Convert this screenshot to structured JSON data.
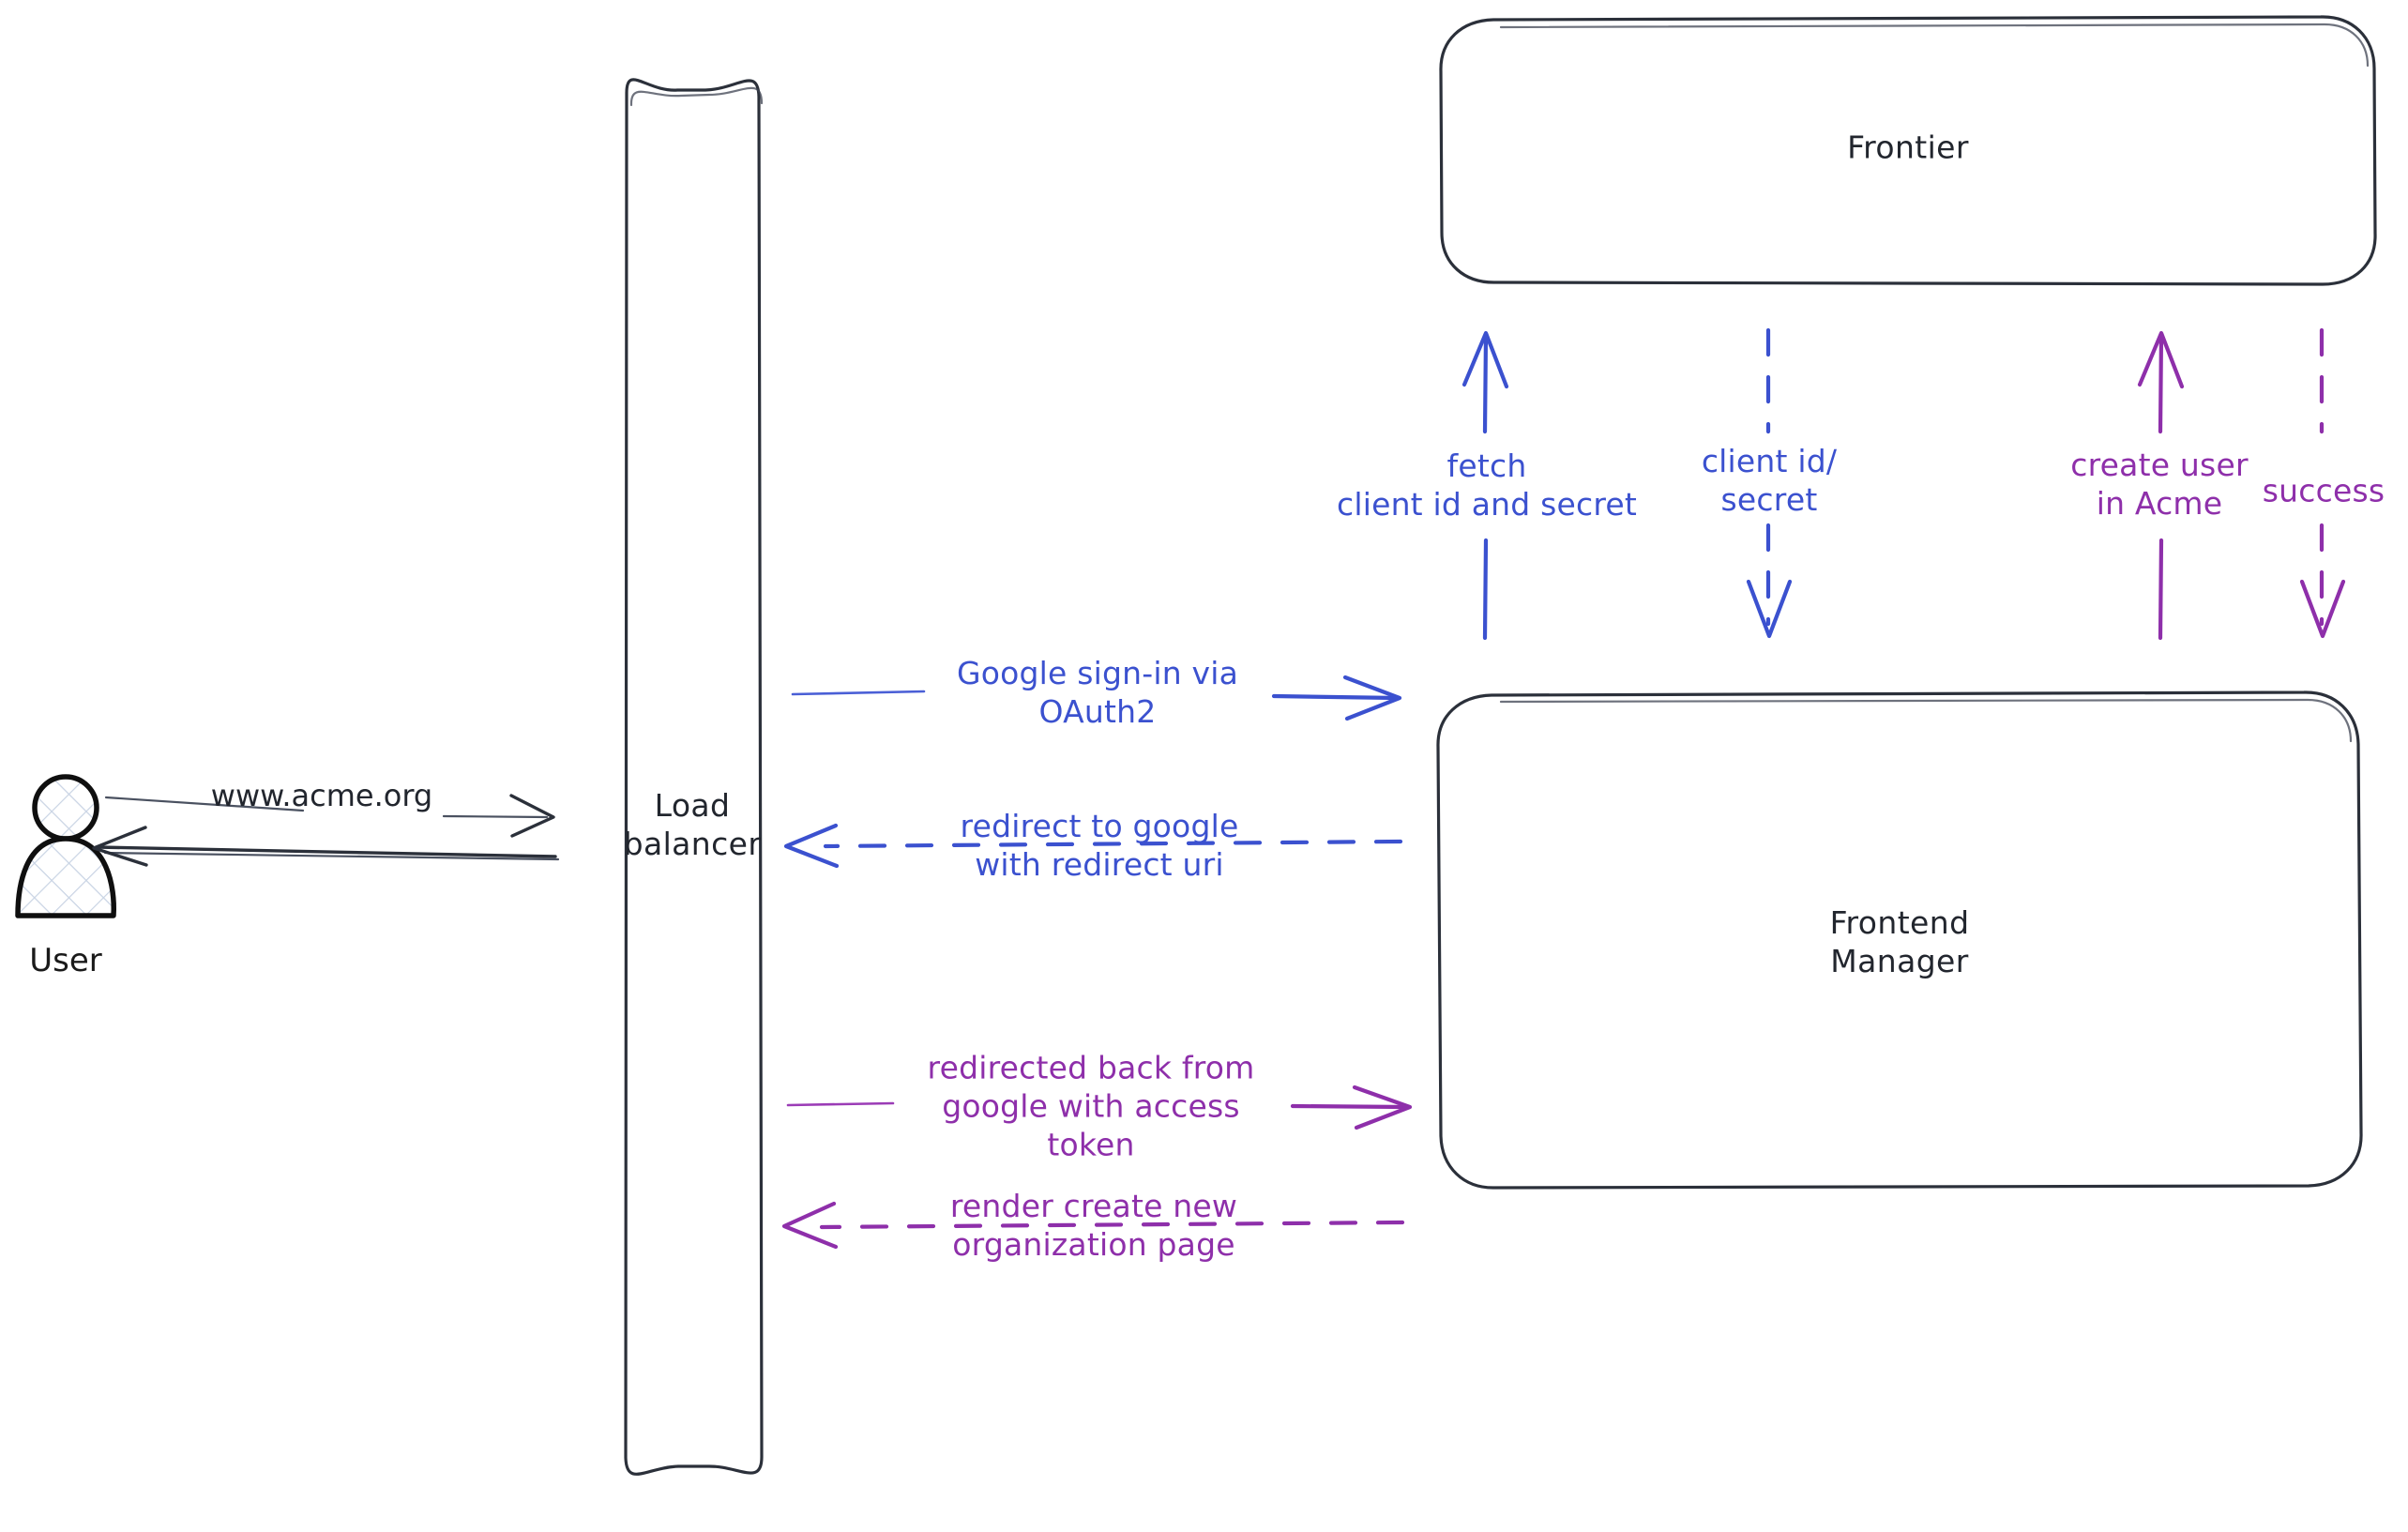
{
  "diagram": {
    "title": "Acme Google OAuth2 sign-in sequence",
    "colors": {
      "dark": "#2b303a",
      "blue": "#3b51cf",
      "purple": "#8e2faa",
      "background": "#ffffff"
    },
    "actors": [
      {
        "id": "user",
        "label": "User",
        "shape": "person"
      }
    ],
    "nodes": [
      {
        "id": "load-balancer",
        "label": "Load\nbalancer",
        "shape": "rounded-rect-tall"
      },
      {
        "id": "frontier",
        "label": "Frontier",
        "shape": "rounded-rect"
      },
      {
        "id": "frontend-manager",
        "label": "Frontend\nManager",
        "shape": "rounded-rect"
      }
    ],
    "edges": [
      {
        "id": "user-to-lb",
        "label": "www.acme.org",
        "from": "user",
        "to": "load-balancer",
        "color": "dark",
        "style": "solid",
        "direction": "right"
      },
      {
        "id": "lb-to-user",
        "label": "",
        "from": "load-balancer",
        "to": "user",
        "color": "dark",
        "style": "solid",
        "direction": "left"
      },
      {
        "id": "lb-to-fm-signin",
        "label": "Google sign-in via\nOAuth2",
        "from": "load-balancer",
        "to": "frontend-manager",
        "color": "blue",
        "style": "solid",
        "direction": "right"
      },
      {
        "id": "fm-to-lb-redirect",
        "label": "redirect to google\nwith redirect uri",
        "from": "frontend-manager",
        "to": "load-balancer",
        "color": "blue",
        "style": "dashed",
        "direction": "left"
      },
      {
        "id": "lb-to-fm-token",
        "label": "redirected back from\ngoogle with access\ntoken",
        "from": "load-balancer",
        "to": "frontend-manager",
        "color": "purple",
        "style": "solid",
        "direction": "right"
      },
      {
        "id": "fm-to-lb-render",
        "label": "render create new\norganization page",
        "from": "frontend-manager",
        "to": "load-balancer",
        "color": "purple",
        "style": "dashed",
        "direction": "left"
      },
      {
        "id": "fm-to-frontier-fetch",
        "label": "fetch\nclient id and secret",
        "from": "frontend-manager",
        "to": "frontier",
        "color": "blue",
        "style": "solid",
        "direction": "up"
      },
      {
        "id": "frontier-to-fm-creds",
        "label": "client id/\nsecret",
        "from": "frontier",
        "to": "frontend-manager",
        "color": "blue",
        "style": "dashed",
        "direction": "down"
      },
      {
        "id": "fm-to-frontier-create",
        "label": "create user\nin Acme",
        "from": "frontend-manager",
        "to": "frontier",
        "color": "purple",
        "style": "solid",
        "direction": "up"
      },
      {
        "id": "frontier-to-fm-success",
        "label": "success",
        "from": "frontier",
        "to": "frontend-manager",
        "color": "purple",
        "style": "dashed",
        "direction": "down"
      }
    ]
  }
}
